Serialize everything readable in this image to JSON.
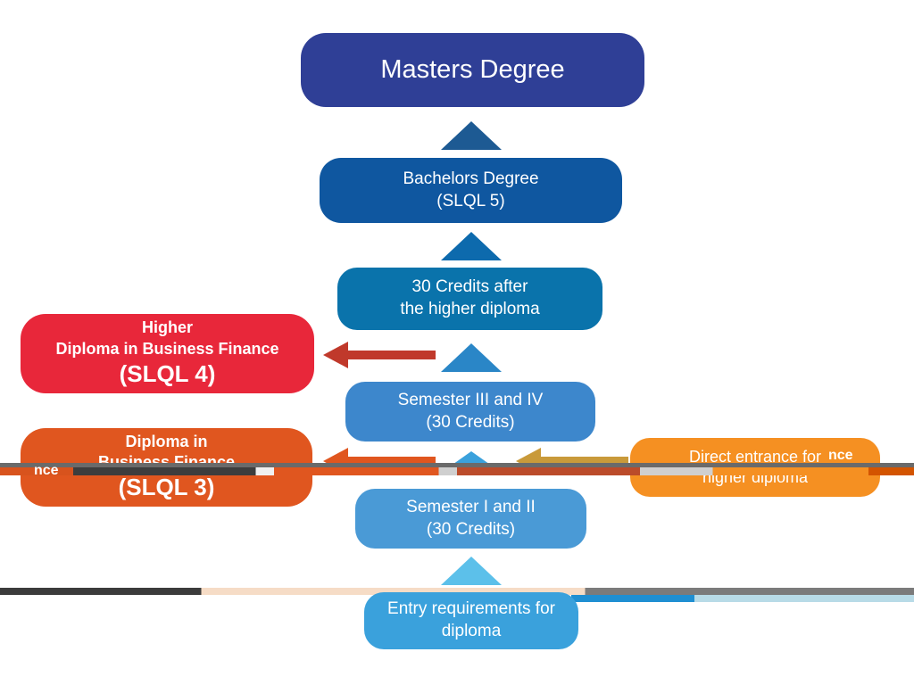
{
  "colors": {
    "masters": "#2f3f96",
    "bachelors": "#0f57a0",
    "credits30": "#0a73ab",
    "sem34": "#3d87cc",
    "sem12": "#4a9ad6",
    "entry": "#3aa1dc",
    "higher_diploma": "#e8273a",
    "diploma": "#e0561f",
    "direct": "#f59022"
  },
  "nodes": {
    "masters": {
      "line1": "Masters Degree"
    },
    "bachelors": {
      "line1": "Bachelors Degree",
      "line2": "(SLQL 5)"
    },
    "credits": {
      "line1": "30 Credits after",
      "line2": "the higher diploma"
    },
    "sem34": {
      "line1": "Semester III and IV",
      "line2": "(30 Credits)"
    },
    "sem12": {
      "line1": "Semester I and II",
      "line2": "(30 Credits)"
    },
    "entry": {
      "line1": "Entry requirements for",
      "line2": "diploma"
    },
    "higher_diploma": {
      "line1": "Higher",
      "line2": "Diploma in Business Finance",
      "line3": "(SLQL 4)"
    },
    "diploma": {
      "line1": "Diploma in",
      "line2": "Business Finance",
      "line3": "(SLQL 3)",
      "overlay": "nce"
    },
    "direct": {
      "line1": "Direct entrance for",
      "line2": "higher diploma",
      "overlay": "nce"
    }
  }
}
